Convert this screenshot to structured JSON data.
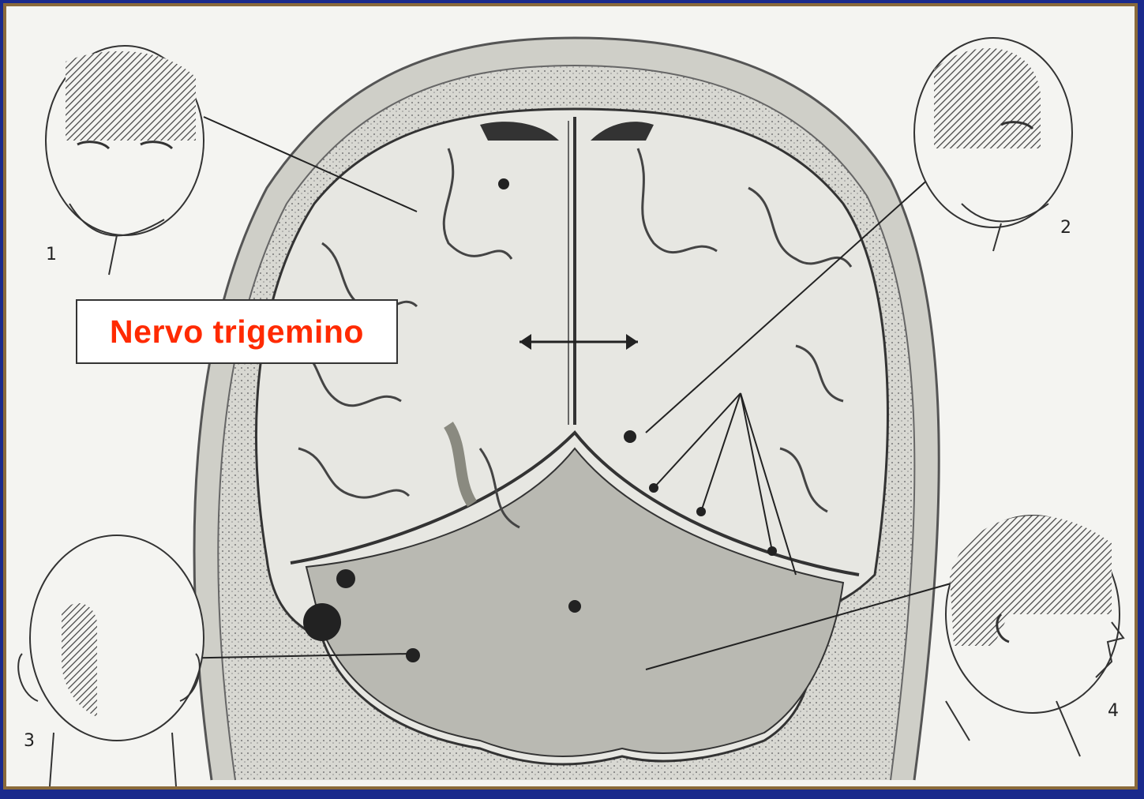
{
  "label": {
    "text": "Nervo trigemino"
  },
  "figure_numbers": [
    "1",
    "2",
    "3",
    "4"
  ],
  "colors": {
    "frame": "#1a2a8c",
    "border": "#8a6a3a",
    "label_text": "#ff2a00",
    "background": "#f4f4f1"
  }
}
